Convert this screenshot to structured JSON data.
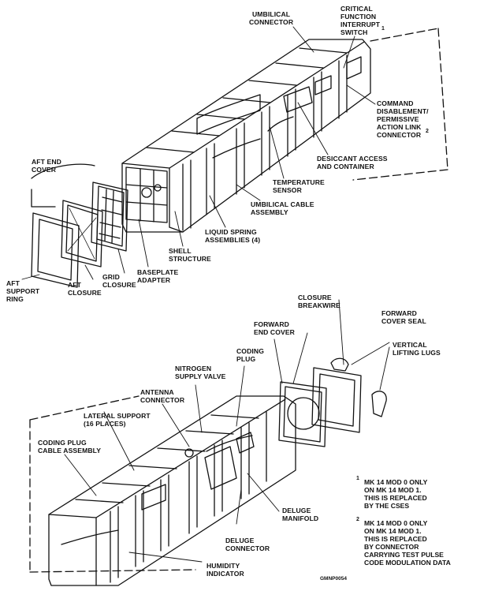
{
  "labels": {
    "umbilical_connector": "UMBILICAL\nCONNECTOR",
    "critical_function_switch": "CRITICAL\nFUNCTION\nINTERRUPT\nSWITCH",
    "command_disablement": "COMMAND\nDISABLEMENT/\nPERMISSIVE\nACTION LINK\nCONNECTOR",
    "desiccant": "DESICCANT ACCESS\nAND CONTAINER",
    "temperature_sensor": "TEMPERATURE\nSENSOR",
    "umbilical_cable": "UMBILICAL CABLE\nASSEMBLY",
    "liquid_spring": "LIQUID SPRING\nASSEMBLIES (4)",
    "shell_structure": "SHELL\nSTRUCTURE",
    "baseplate_adapter": "BASEPLATE\nADAPTER",
    "grid_closure": "GRID\nCLOSURE",
    "aft_closure": "AFT\nCLOSURE",
    "aft_support_ring": "AFT\nSUPPORT\nRING",
    "aft_end_cover": "AFT END\nCOVER",
    "closure_breakwire": "CLOSURE\nBREAKWIRE",
    "forward_cover_seal": "FORWARD\nCOVER SEAL",
    "forward_end_cover": "FORWARD\nEND COVER",
    "vertical_lifting_lugs": "VERTICAL\nLIFTING LUGS",
    "coding_plug": "CODING\nPLUG",
    "nitrogen_valve": "NITROGEN\nSUPPLY VALVE",
    "antenna_connector": "ANTENNA\nCONNECTOR",
    "lateral_support": "LATERAL SUPPORT\n(16 PLACES)",
    "coding_plug_cable": "CODING PLUG\nCABLE ASSEMBLY",
    "deluge_manifold": "DELUGE\nMANIFOLD",
    "deluge_connector": "DELUGE\nCONNECTOR",
    "humidity_indicator": "HUMIDITY\nINDICATOR"
  },
  "superscripts": {
    "switch_note": "1",
    "connector_note": "2"
  },
  "footnotes": {
    "note1_num": "1",
    "note1_text": "MK 14 MOD 0 ONLY\nON MK 14 MOD 1.\nTHIS IS REPLACED\nBY THE CSES",
    "note2_num": "2",
    "note2_text": "MK 14 MOD 0 ONLY\nON MK 14 MOD 1.\nTHIS IS REPLACED\nBY CONNECTOR\nCARRYING TEST PULSE\nCODE MODULATION DATA"
  },
  "figure_code": "GMNP0054"
}
